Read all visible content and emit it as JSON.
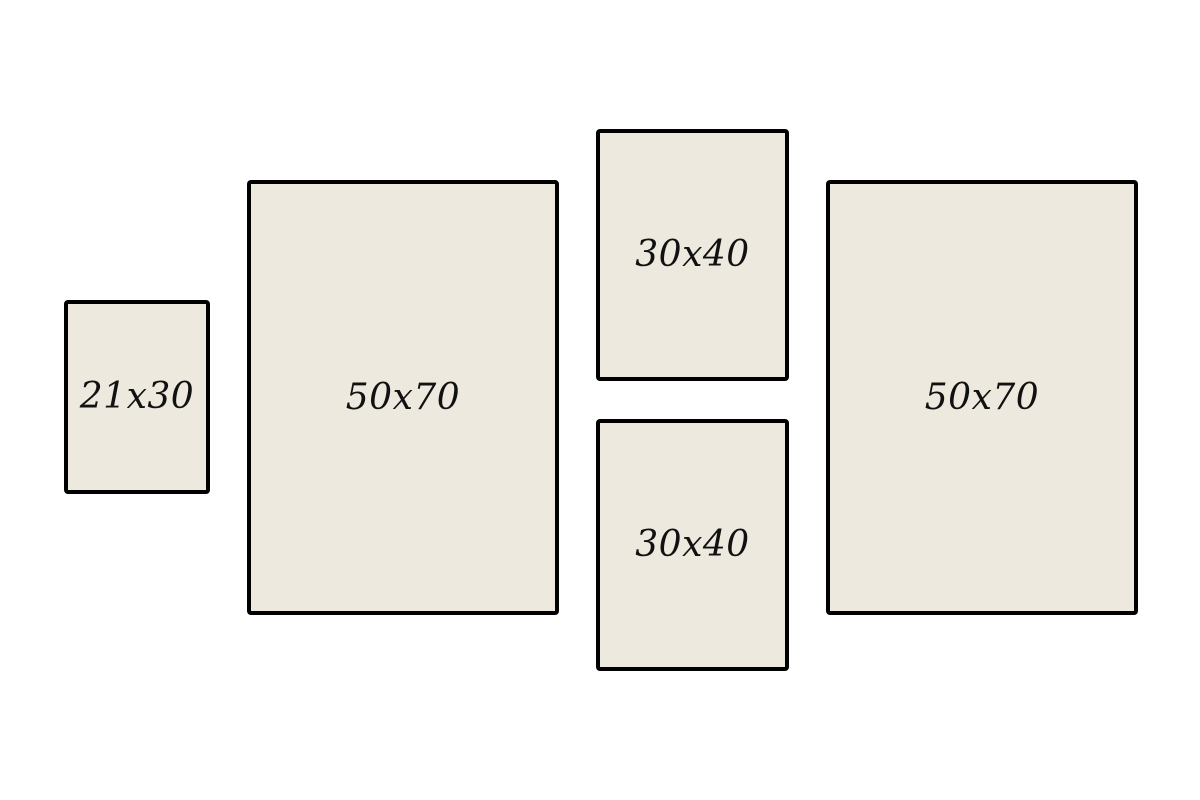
{
  "colors": {
    "background": "#ffffff",
    "frame_fill": "#ede9df",
    "frame_border": "#000000",
    "label_text": "#111111"
  },
  "frames": [
    {
      "label": "21x30"
    },
    {
      "label": "50x70"
    },
    {
      "label": "30x40"
    },
    {
      "label": "30x40"
    },
    {
      "label": "50x70"
    }
  ]
}
